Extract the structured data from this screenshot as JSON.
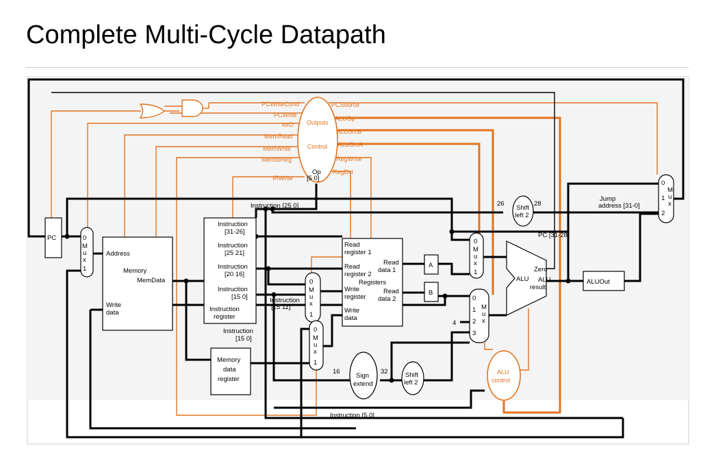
{
  "title": "Complete Multi-Cycle Datapath",
  "pc": {
    "label": "PC"
  },
  "mux_addr": {
    "in0": "0",
    "m": "M",
    "u": "u",
    "x": "x",
    "in1": "1"
  },
  "memory": {
    "address": "Address",
    "name": "Memory",
    "memdata": "MemData",
    "write1": "Write",
    "write2": "data"
  },
  "instr_reg": {
    "f1a": "Instruction",
    "f1b": "[31-26]",
    "f2a": "Instruction",
    "f2b": "[25  21]",
    "f3a": "Instruction",
    "f3b": "[20  16]",
    "f4a": "Instruction",
    "f4b": "[15  0]",
    "name1": "Instruction",
    "name2": "register"
  },
  "mdr": {
    "l1": "Memory",
    "l2": "data",
    "l3": "register"
  },
  "wires": {
    "instr_25_0": "Instruction [25  0]",
    "instr_15_11a": "Instruction",
    "instr_15_11b": "[15  11]",
    "instr_15_0a": "Instruction",
    "instr_15_0b": "[15  0]",
    "instr_5_0": "Instruction [5  0]",
    "w16": "16",
    "w32": "32",
    "w26": "26",
    "w28": "28",
    "pc_31_28": "PC [31-28]",
    "four": "4",
    "jump1": "Jump",
    "jump2": "address [31-0]"
  },
  "registers": {
    "rr1a": "Read",
    "rr1b": "register 1",
    "rr2a": "Read",
    "rr2b": "register 2",
    "wra": "Write",
    "wrb": "register",
    "wda": "Write",
    "wdb": "data",
    "rd1a": "Read",
    "rd1b": "data 1",
    "rd2a": "Read",
    "rd2b": "data 2",
    "name": "Registers"
  },
  "a_reg": "A",
  "b_reg": "B",
  "sign_extend": {
    "l1": "Sign",
    "l2": "extend"
  },
  "shift_lower": {
    "l1": "Shift",
    "l2": "left 2"
  },
  "shift_upper": {
    "l1": "Shift",
    "l2": "left 2"
  },
  "alu": {
    "name": "ALU",
    "zero": "Zero",
    "res1": "ALU",
    "res2": "result"
  },
  "aluout": "ALUOut",
  "alu_control": {
    "l1": "ALU",
    "l2": "control"
  },
  "control": {
    "outputs": "Outputs",
    "control": "Control",
    "op1": "Op",
    "op2": "[5  0]"
  },
  "control_signals": {
    "left": [
      "PCWriteCond",
      "PCWrite",
      "IorD",
      "MemRead",
      "MemWrite",
      "MemtoReg",
      "IRWrite"
    ],
    "right": [
      "PCSource",
      "ALUOp",
      "ALUSrcB",
      "ALUSrcA",
      "RegWrite",
      "RegDst"
    ]
  },
  "mux_digits": {
    "zero": "0",
    "one": "1",
    "two": "2",
    "three": "3",
    "m": "M",
    "u": "u",
    "x": "x"
  },
  "colors": {
    "control": "#e2731f",
    "wire": "#000000"
  }
}
